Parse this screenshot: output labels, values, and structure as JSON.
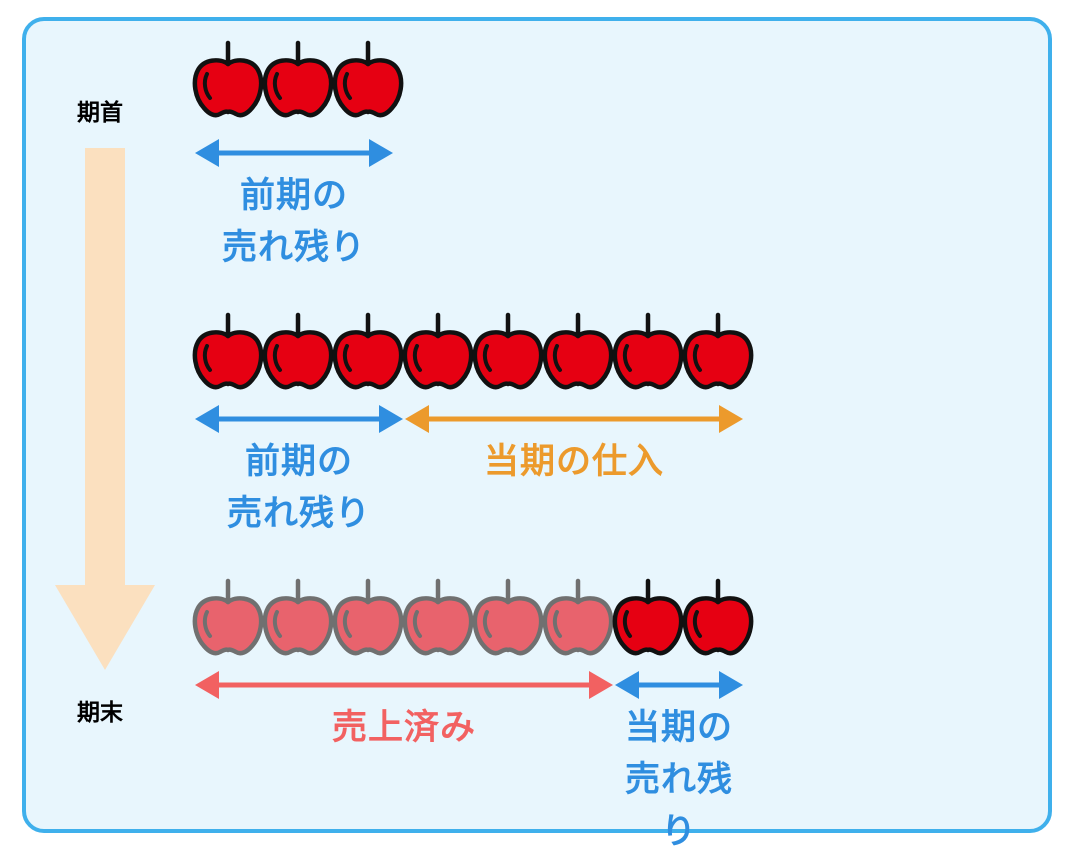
{
  "colors": {
    "frame": "#3fb0ec",
    "background": "#e8f6fd",
    "time_arrow": "#fbe0bf",
    "carryover": "#2f8ee0",
    "purchase": "#ec9a2c",
    "sold": "#f26161",
    "apple_fresh": "#e60012",
    "apple_faded": "#e8636d",
    "outline_fresh": "#111111",
    "outline_faded": "#707070"
  },
  "timeline": {
    "start_label": "期首",
    "end_label": "期末"
  },
  "rows": [
    {
      "id": "start",
      "apples": [
        "fresh",
        "fresh",
        "fresh"
      ],
      "segments": [
        {
          "from": 0,
          "to": 3,
          "color": "carryover",
          "label": "前期の\n売れ残り"
        }
      ]
    },
    {
      "id": "middle",
      "apples": [
        "fresh",
        "fresh",
        "fresh",
        "fresh",
        "fresh",
        "fresh",
        "fresh",
        "fresh"
      ],
      "segments": [
        {
          "from": 0,
          "to": 3,
          "color": "carryover",
          "label": "前期の\n売れ残り"
        },
        {
          "from": 3,
          "to": 8,
          "color": "purchase",
          "label": "当期の仕入"
        }
      ]
    },
    {
      "id": "end",
      "apples": [
        "faded",
        "faded",
        "faded",
        "faded",
        "faded",
        "faded",
        "fresh",
        "fresh"
      ],
      "segments": [
        {
          "from": 0,
          "to": 6,
          "color": "sold",
          "label": "売上済み"
        },
        {
          "from": 6,
          "to": 8,
          "color": "carryover",
          "label": "当期の\n売れ残り"
        }
      ]
    }
  ]
}
